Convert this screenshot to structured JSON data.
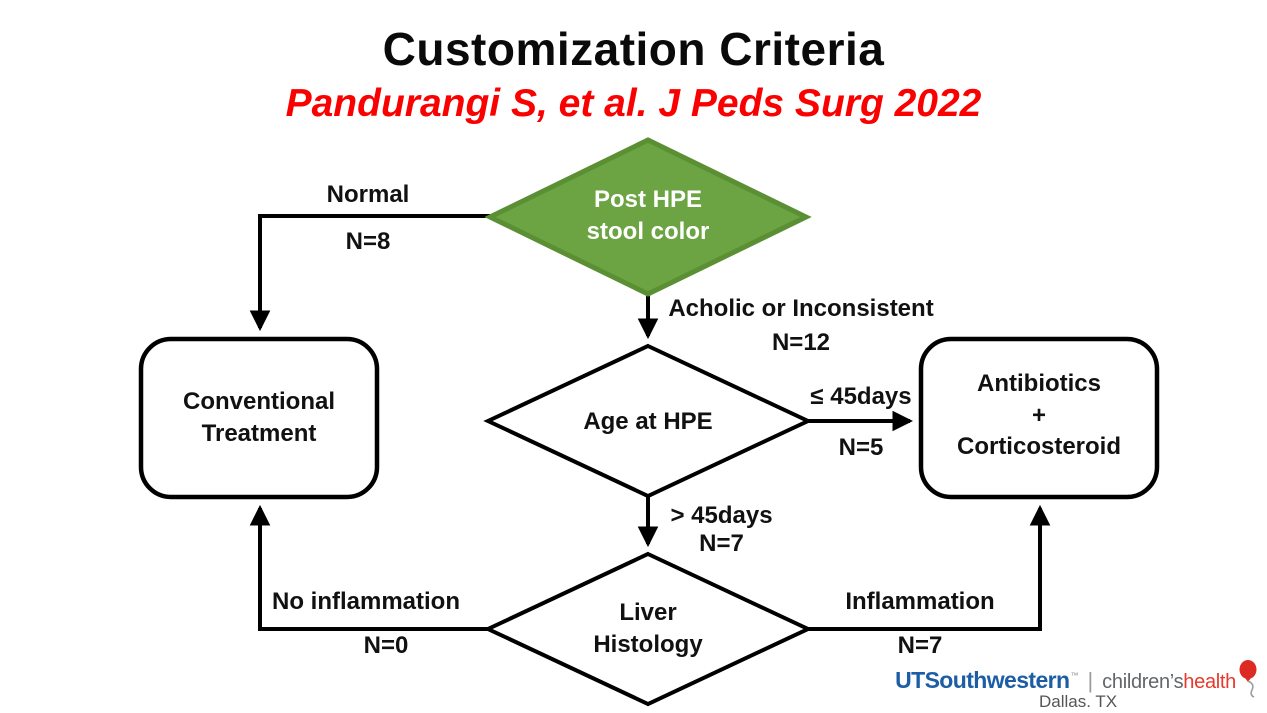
{
  "slide": {
    "title": "Customization Criteria",
    "citation": "Pandurangi S, et al. J Peds Surg 2022"
  },
  "flowchart": {
    "nodes": {
      "stool_color": {
        "label": "Post HPE\nstool color",
        "type": "decision",
        "fill": "#6CA444",
        "stroke": "#5A8F33"
      },
      "age_at_hpe": {
        "label": "Age at HPE",
        "type": "decision",
        "fill": "#FFFFFF",
        "stroke": "#000000"
      },
      "liver_histology": {
        "label": "Liver\nHistology",
        "type": "decision",
        "fill": "#FFFFFF",
        "stroke": "#000000"
      },
      "conventional_treatment": {
        "label": "Conventional\nTreatment",
        "type": "terminal",
        "fill": "#FFFFFF",
        "stroke": "#000000"
      },
      "antibiotics_corticosteroid": {
        "label": "Antibiotics\n+\nCorticosteroid",
        "type": "terminal",
        "fill": "#FFFFFF",
        "stroke": "#000000"
      }
    },
    "edges": {
      "normal": {
        "label": "Normal",
        "n": "N=8",
        "from": "stool_color",
        "to": "conventional_treatment"
      },
      "acholic": {
        "label": "Acholic or Inconsistent",
        "n": "N=12",
        "from": "stool_color",
        "to": "age_at_hpe"
      },
      "le_45days": {
        "label": "≤ 45days",
        "n": "N=5",
        "from": "age_at_hpe",
        "to": "antibiotics_corticosteroid"
      },
      "gt_45days": {
        "label": "> 45days",
        "n": "N=7",
        "from": "age_at_hpe",
        "to": "liver_histology"
      },
      "no_inflammation": {
        "label": "No inflammation",
        "n": "N=0",
        "from": "liver_histology",
        "to": "conventional_treatment"
      },
      "inflammation": {
        "label": "Inflammation",
        "n": "N=7",
        "from": "liver_histology",
        "to": "antibiotics_corticosteroid"
      }
    },
    "line_color": "#000000"
  },
  "footer": {
    "utsw": "UTSouthwestern",
    "utsw_tm": "™",
    "divider": "|",
    "childrens": "children’s",
    "health": "health",
    "location": "Dallas. TX",
    "colors": {
      "utsw_blue": "#1C5DA6",
      "childrens_gray": "#63666A",
      "health_red": "#E8392C",
      "balloon_red": "#DD2A22"
    }
  }
}
